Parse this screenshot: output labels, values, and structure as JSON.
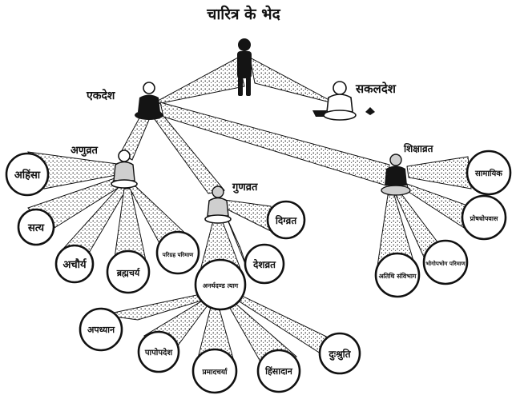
{
  "title": "चारित्र के भेद",
  "labels": {
    "ekdesh": "एकदेश",
    "sakaldesh": "सकलदेश",
    "anuvrat": "अणुव्रत",
    "gunavrat": "गुणव्रत",
    "shikshavrat": "शिक्षाव्रत"
  },
  "anuvrat_items": [
    "अहिंसा",
    "सत्य",
    "अचौर्य",
    "ब्रह्मचर्य",
    "परिग्रह परिमाण"
  ],
  "gunavrat_items": [
    "दिग्व्रत",
    "देशव्रत",
    "अनर्थदण्ड त्याग"
  ],
  "anarthdand_items": [
    "अपध्यान",
    "पापोपदेश",
    "प्रमादचर्या",
    "हिंसादान",
    "दुःश्रुति"
  ],
  "shikshavrat_items": [
    "सामायिक",
    "प्रोषधोपवास",
    "भोगोपभोग परिमाण",
    "अतिथि संविभाग"
  ],
  "colors": {
    "ink": "#111111",
    "paper": "#ffffff"
  },
  "icons": [
    "standing-figure",
    "seated-figure"
  ]
}
